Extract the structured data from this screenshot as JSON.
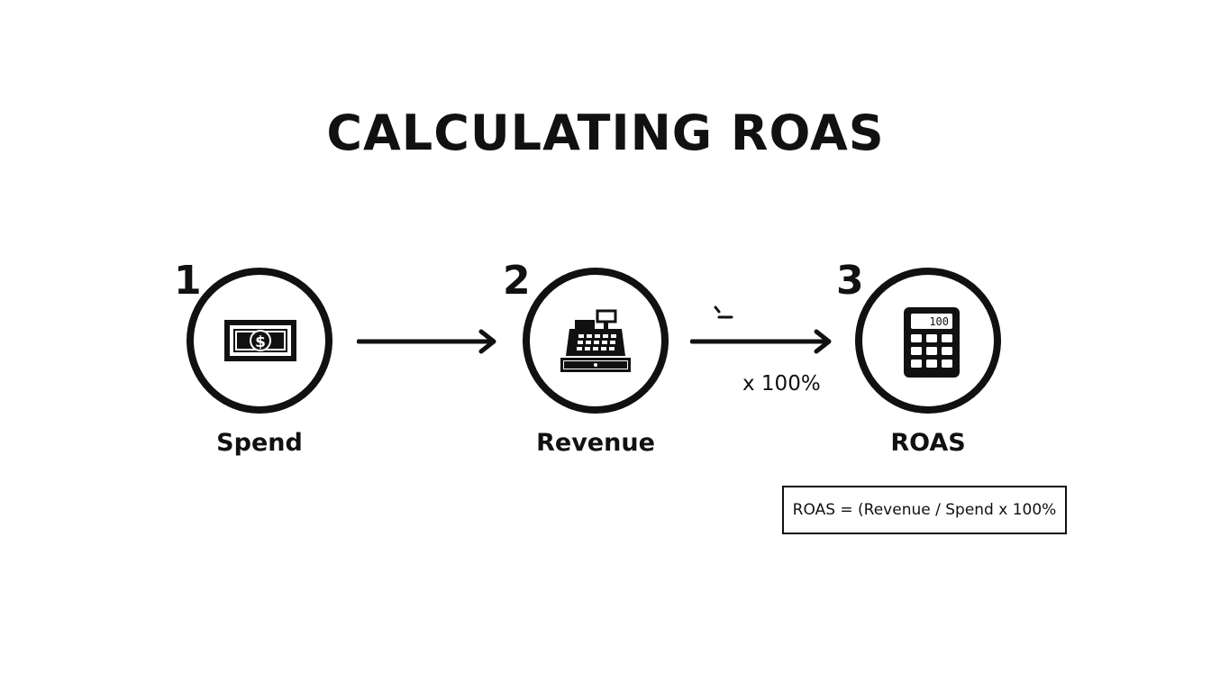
{
  "title": "CALCULATING ROAS",
  "steps": [
    {
      "number": "1",
      "label": "Spend",
      "icon": "banknote-icon"
    },
    {
      "number": "2",
      "label": "Revenue",
      "icon": "cash-register-icon"
    },
    {
      "number": "3",
      "label": "ROAS",
      "icon": "calculator-icon"
    }
  ],
  "calculator_display": "100",
  "multiplier_label": "x 100%",
  "formula": "ROAS = (Revenue / Spend x 100%",
  "colors": {
    "foreground": "#111111",
    "background": "#ffffff"
  }
}
